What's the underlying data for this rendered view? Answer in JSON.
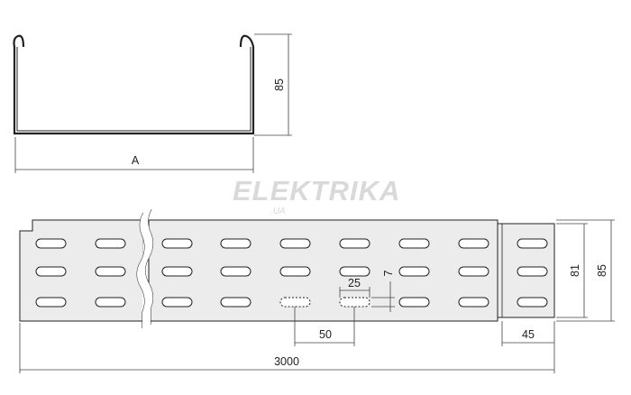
{
  "profile": {
    "height_label": "85",
    "width_label": "A"
  },
  "watermark": {
    "brand": "ELEKTRIKA",
    "suffix": ".UA"
  },
  "tray": {
    "slot_length_label": "25",
    "slot_height_label": "7",
    "slot_pitch_label": "50",
    "end_length_label": "45",
    "total_length_label": "3000",
    "inner_height_label": "81",
    "outer_height_label": "85"
  },
  "colors": {
    "line": "#222222",
    "tray_fill": "#ececec",
    "slot_fill": "#ffffff",
    "dimension": "#444444",
    "watermark": "#d9d9d9"
  }
}
